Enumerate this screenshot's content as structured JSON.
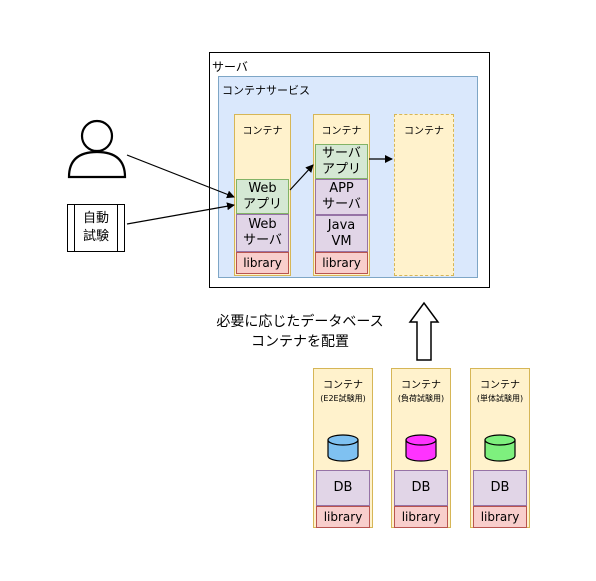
{
  "server": {
    "label": "サーバ"
  },
  "container_service": {
    "label": "コンテナサービス"
  },
  "containers": {
    "web": {
      "label": "コンテナ",
      "app_line1": "Web",
      "app_line2": "アプリ",
      "srv_line1": "Web",
      "srv_line2": "サーバ",
      "library": "library"
    },
    "app": {
      "label": "コンテナ",
      "app_line1": "サーバ",
      "app_line2": "アプリ",
      "srv_line1": "APP",
      "srv_line2": "サーバ",
      "vm_line1": "Java",
      "vm_line2": "VM",
      "library": "library"
    },
    "empty": {
      "label": "コンテナ"
    }
  },
  "auto_test": {
    "line1": "自動",
    "line2": "試験"
  },
  "caption": {
    "line1": "必要に応じたデータベース",
    "line2": "コンテナを配置"
  },
  "db_containers": [
    {
      "label": "コンテナ",
      "sub": "(E2E試験用)",
      "db": "DB",
      "library": "library",
      "color": "#7fc1f1"
    },
    {
      "label": "コンテナ",
      "sub": "(負荷試験用)",
      "db": "DB",
      "library": "library",
      "color": "#ff33ff"
    },
    {
      "label": "コンテナ",
      "sub": "(単体試験用)",
      "db": "DB",
      "library": "library",
      "color": "#7ef07e"
    }
  ]
}
